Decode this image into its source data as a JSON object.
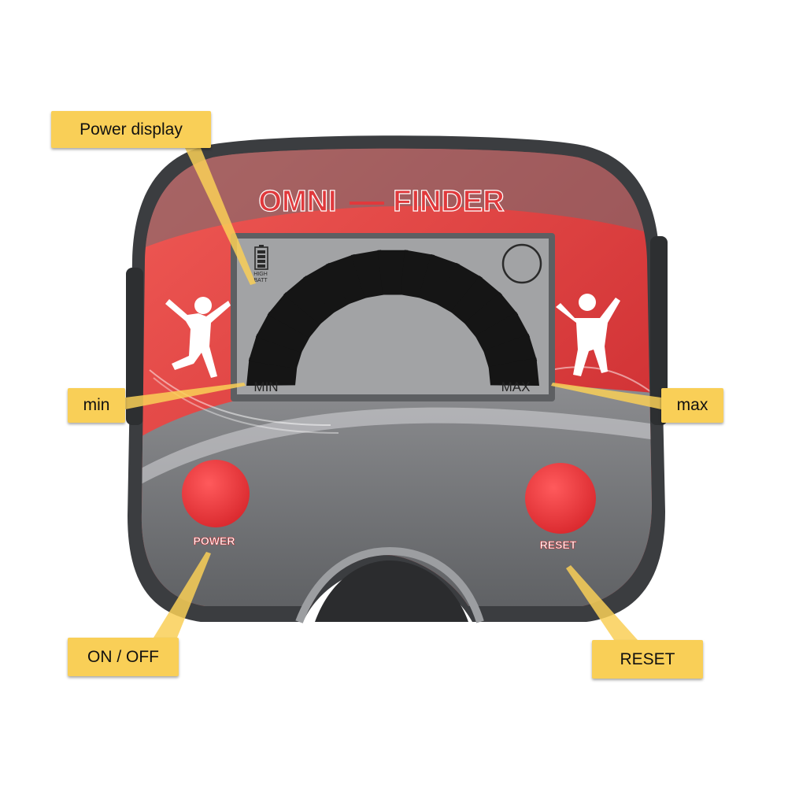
{
  "device": {
    "brand_left": "OMNI",
    "brand_right": "FINDER",
    "battery_label_line1": "HIGH",
    "battery_label_line2": "BATT",
    "scale_min_label": "MIN",
    "scale_max_label": "MAX",
    "power_button_label": "POWER",
    "reset_button_label": "RESET",
    "meter_segment_count": 17
  },
  "callouts": {
    "power_display": "Power display",
    "min": "min",
    "max": "max",
    "on_off": "ON / OFF",
    "reset": "RESET"
  },
  "colors": {
    "accent_red": "#e0393c",
    "button_red": "#ee3a3e",
    "callout_yellow": "#f9cf57",
    "lcd_gray": "#a2a3a5",
    "body_dark": "#3b3d40"
  }
}
